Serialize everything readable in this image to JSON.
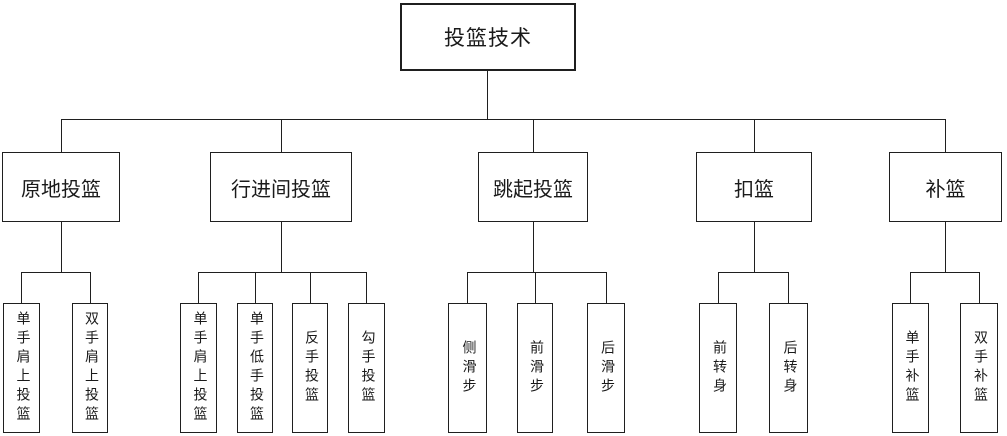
{
  "diagram": {
    "type": "tree",
    "root": {
      "label": "投篮技术"
    },
    "branches": [
      {
        "label": "原地投篮",
        "children": [
          "单手肩上投篮",
          "双手肩上投篮"
        ]
      },
      {
        "label": "行进间投篮",
        "children": [
          "单手肩上投篮",
          "单手低手投篮",
          "反手投篮",
          "勾手投篮"
        ]
      },
      {
        "label": "跳起投篮",
        "children": [
          "侧滑步",
          "前滑步",
          "后滑步"
        ]
      },
      {
        "label": "扣篮",
        "children": [
          "前转身",
          "后转身"
        ]
      },
      {
        "label": "补篮",
        "children": [
          "单手补篮",
          "双手补篮"
        ]
      }
    ],
    "colors": {
      "line": "#1f1f1f",
      "text": "#1a1a1a",
      "box_background": "#ffffff",
      "page_background": "#ffffff"
    }
  }
}
